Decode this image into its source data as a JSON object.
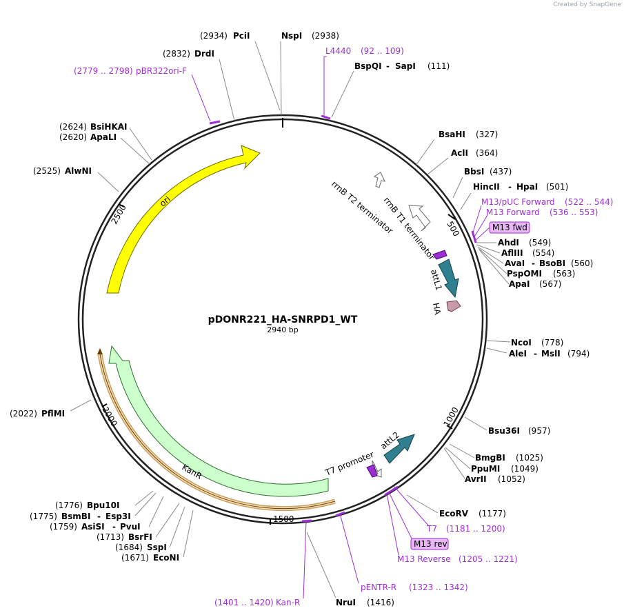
{
  "credit": "Created by SnapGene",
  "plasmid": {
    "name": "pDONR221_HA-SNRPD1_WT",
    "size": "2940 bp"
  },
  "ticks": {
    "t500": "500",
    "t1000": "1000",
    "t1500": "1500",
    "t2000": "2000",
    "t2500": "2500"
  },
  "features": {
    "ori": "ori",
    "kanr": "KanR",
    "rrnb_t2": "rrnB T2 terminator",
    "rrnb_t1": "rrnB T1 terminator",
    "attl1": "attL1",
    "ha": "HA",
    "attl2": "attL2",
    "t7_promoter": "T7 promoter"
  },
  "enzymes": {
    "pcii": {
      "name": "PciI",
      "pos": "(2934)"
    },
    "nspi": {
      "name": "NspI",
      "pos": "(2938)"
    },
    "drdi": {
      "name": "DrdI",
      "pos": "(2832)"
    },
    "bspqi": {
      "name": "BspQI",
      "sep": "-",
      "name2": "SapI",
      "pos": "(111)"
    },
    "bsahi": {
      "name": "BsaHI",
      "pos": "(327)"
    },
    "acli": {
      "name": "AclI",
      "pos": "(364)"
    },
    "bbsi": {
      "name": "BbsI",
      "pos": "(437)"
    },
    "hincii": {
      "name": "HincII",
      "sep": "-",
      "name2": "HpaI",
      "pos": "(501)"
    },
    "ahdi": {
      "name": "AhdI",
      "pos": "(549)"
    },
    "aflii": {
      "name": "AflIII",
      "pos": "(554)"
    },
    "avai": {
      "name": "AvaI",
      "sep": "-",
      "name2": "BsoBI",
      "pos": "(560)"
    },
    "pspomi": {
      "name": "PspOMI",
      "pos": "(563)"
    },
    "apai": {
      "name": "ApaI",
      "pos": "(567)"
    },
    "ncoi": {
      "name": "NcoI",
      "pos": "(778)"
    },
    "alei": {
      "name": "AleI",
      "sep": "-",
      "name2": "MslI",
      "pos": "(794)"
    },
    "bsu36i": {
      "name": "Bsu36I",
      "pos": "(957)"
    },
    "bmgbi": {
      "name": "BmgBI",
      "pos": "(1025)"
    },
    "ppumi": {
      "name": "PpuMI",
      "pos": "(1049)"
    },
    "avrii": {
      "name": "AvrII",
      "pos": "(1052)"
    },
    "ecorv": {
      "name": "EcoRV",
      "pos": "(1177)"
    },
    "nrui": {
      "name": "NruI",
      "pos": "(1416)"
    },
    "bsihkai": {
      "name": "BsiHKAI",
      "pos": "(2624)"
    },
    "apali": {
      "name": "ApaLI",
      "pos": "(2620)"
    },
    "alwni": {
      "name": "AlwNI",
      "pos": "(2525)"
    },
    "pflmi": {
      "name": "PflMI",
      "pos": "(2022)"
    },
    "bpu10i": {
      "name": "Bpu10I",
      "pos": "(1776)"
    },
    "bsmbi": {
      "name": "BsmBI",
      "sep": "-",
      "name2": "Esp3I",
      "pos": "(1775)"
    },
    "asisi": {
      "name": "AsiSI",
      "sep": "-",
      "name2": "PvuI",
      "pos": "(1759)"
    },
    "bsrfi": {
      "name": "BsrFI",
      "pos": "(1713)"
    },
    "sspi": {
      "name": "SspI",
      "pos": "(1684)"
    },
    "econi": {
      "name": "EcoNI",
      "pos": "(1671)"
    }
  },
  "primers": {
    "l4440": {
      "name": "L4440",
      "range": "(92 .. 109)"
    },
    "pbr322": {
      "range": "(2779 .. 2798)",
      "name": "pBR322ori-F"
    },
    "m13puc": {
      "name": "M13/pUC Forward",
      "range": "(522 .. 544)"
    },
    "m13fwd": {
      "name": "M13 Forward",
      "range": "(536 .. 553)"
    },
    "m13fwd_box": "M13 fwd",
    "t7": {
      "name": "T7",
      "range": "(1181 .. 1200)"
    },
    "m13rev_box": "M13 rev",
    "m13rev": {
      "name": "M13 Reverse",
      "range": "(1205 .. 1221)"
    },
    "pentr": {
      "name": "pENTR-R",
      "range": "(1323 .. 1342)"
    },
    "kanr": {
      "range": "(1401 .. 1420)",
      "name": "Kan-R"
    }
  },
  "colors": {
    "ori": "#ffff00",
    "kanr": "#ccffcc",
    "kanr_primer": "#f5deb3",
    "attl": "#2f7f8f",
    "ha": "#c99aa8",
    "primer": "#9b2fd4",
    "m13box": "#e8b8f5",
    "t7prom": "#9b2fd4"
  }
}
